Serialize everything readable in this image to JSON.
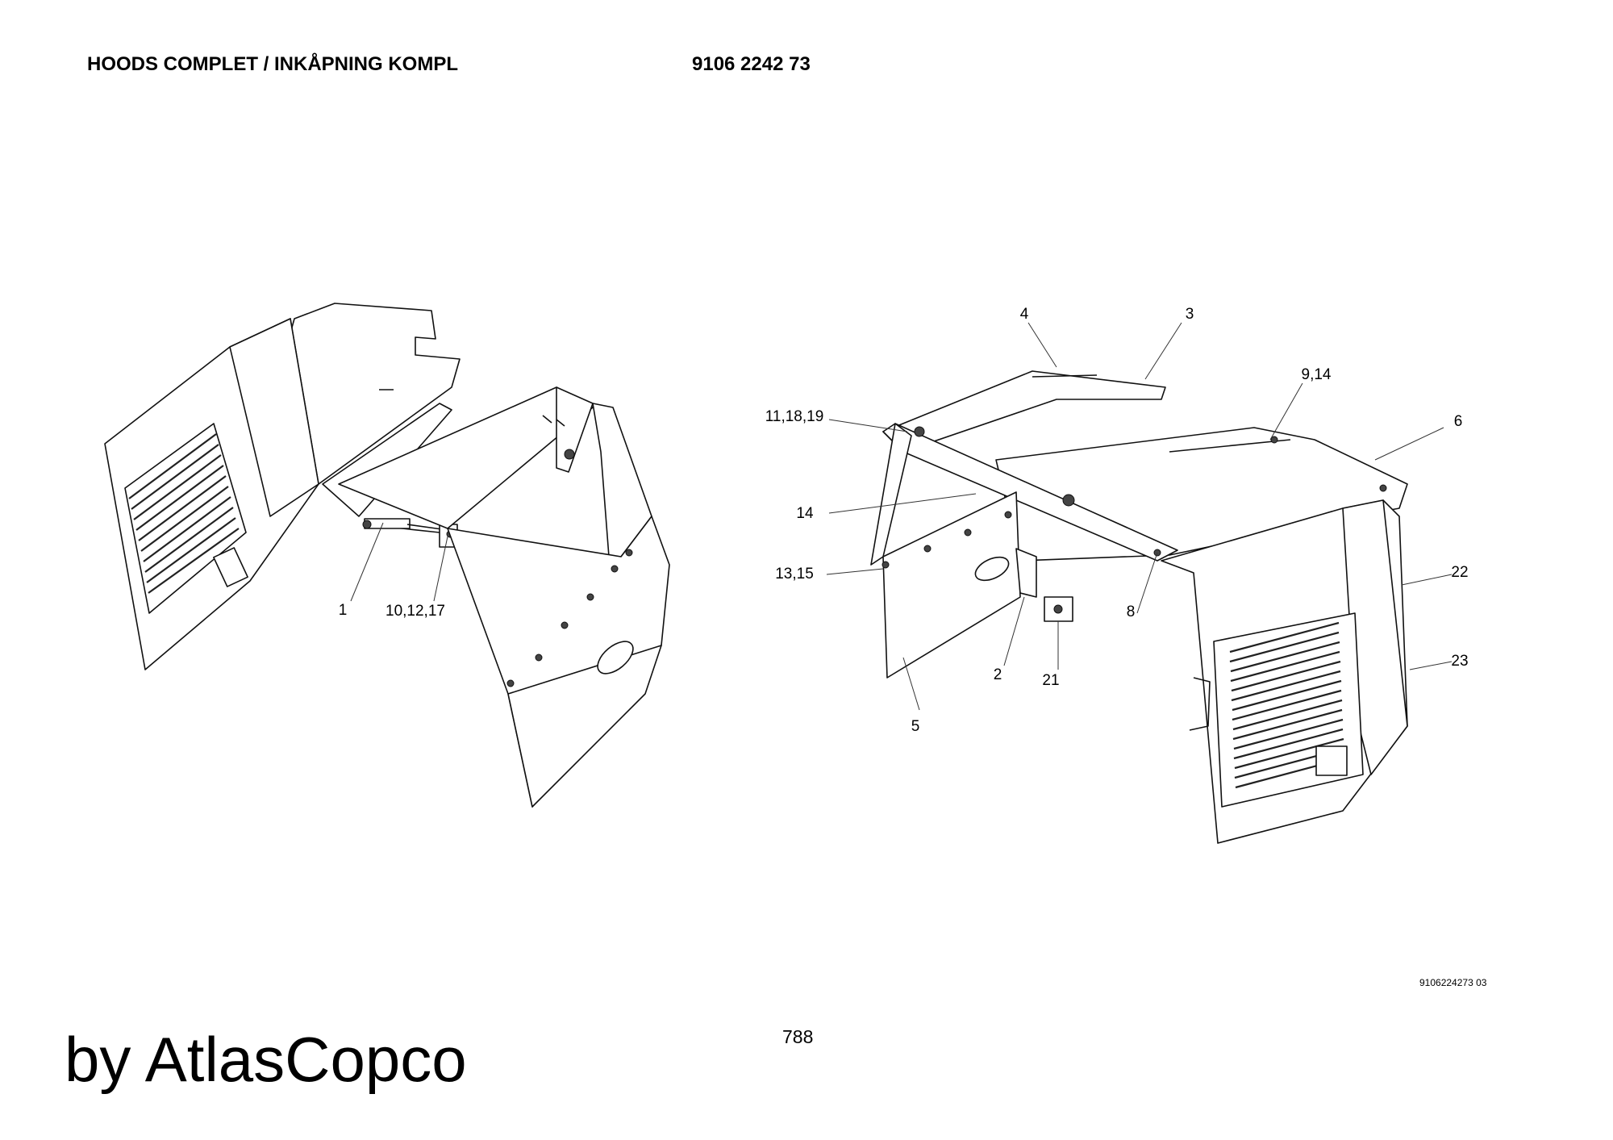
{
  "header": {
    "title": "HOODS COMPLET / INKÅPNING KOMPL",
    "part_number": "9106 2242 73"
  },
  "callouts": {
    "left_view": [
      "1",
      "10,12,17"
    ],
    "right_view": [
      "4",
      "3",
      "9,14",
      "11,18,19",
      "6",
      "14",
      "13,15",
      "8",
      "22",
      "2",
      "21",
      "23",
      "5"
    ]
  },
  "footer": {
    "drawing_ref": "9106224273 03",
    "page_number": "788",
    "watermark": "by AtlasCopco"
  }
}
